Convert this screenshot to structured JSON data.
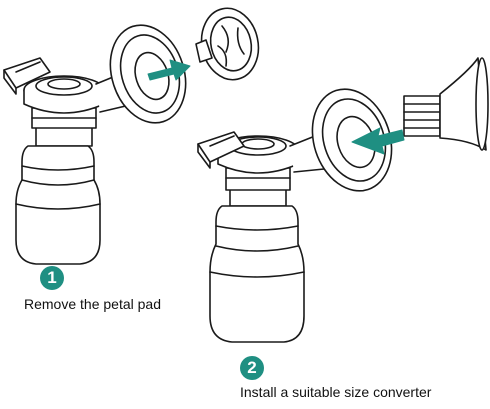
{
  "colors": {
    "accent": "#1f8f82",
    "line": "#1a1a1a",
    "fill": "#ffffff"
  },
  "steps": [
    {
      "number": "1",
      "caption": "Remove the petal pad"
    },
    {
      "number": "2",
      "caption": "Install a suitable size converter"
    }
  ]
}
